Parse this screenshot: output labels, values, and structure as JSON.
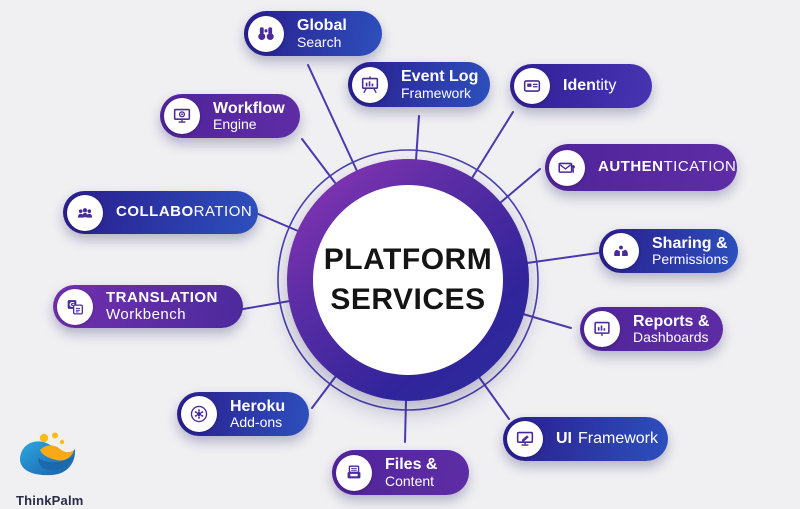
{
  "center": {
    "line1": "PLATFORM",
    "line2": "SERVICES"
  },
  "logo": {
    "text": "ThinkPalm"
  },
  "services": [
    {
      "id": "global-search",
      "bold": "Global",
      "regular": "Search",
      "icon": "binoculars-icon",
      "variant": "blue"
    },
    {
      "id": "event-log-framework",
      "bold": "Event Log",
      "regular": "Framework",
      "icon": "presentation-chart-icon",
      "variant": "blue"
    },
    {
      "id": "identity",
      "bold": "Iden",
      "regular": "tity",
      "icon": "id-card-icon",
      "variant": "indigo"
    },
    {
      "id": "authentication",
      "bold": "AUTHEN",
      "regular": "TICATION",
      "icon": "mail-key-icon",
      "variant": "purple"
    },
    {
      "id": "sharing-permissions",
      "bold": "Sharing &",
      "regular": "Permissions",
      "icon": "hands-share-icon",
      "variant": "blue"
    },
    {
      "id": "reports-dashboards",
      "bold": "Reports &",
      "regular": "Dashboards",
      "icon": "dashboard-chart-icon",
      "variant": "purple"
    },
    {
      "id": "ui-framework",
      "bold": "UI",
      "regular": "Framework",
      "icon": "monitor-pencil-icon",
      "variant": "blue"
    },
    {
      "id": "files-content",
      "bold": "Files &",
      "regular": "Content",
      "icon": "document-tray-icon",
      "variant": "purple"
    },
    {
      "id": "heroku-addons",
      "bold": "Heroku",
      "regular": "Add-ons",
      "icon": "gear-icon",
      "variant": "blue"
    },
    {
      "id": "translation-workbench",
      "bold": "TRANSLATION",
      "regular": "Workbench",
      "icon": "translate-icon",
      "variant": "purple"
    },
    {
      "id": "collaboration",
      "bold": "COLLABO",
      "regular": "RATION",
      "icon": "people-group-icon",
      "variant": "blue"
    },
    {
      "id": "workflow-engine",
      "bold": "Workflow",
      "regular": "Engine",
      "icon": "monitor-gear-icon",
      "variant": "purple"
    }
  ],
  "colors": {
    "background": "#f0f0f3",
    "pill_blue_start": "#2a1d8c",
    "pill_blue_end": "#2d50bd",
    "pill_purple_start": "#50249a",
    "pill_purple_end": "#5e2da5",
    "hub_gradient_start": "#9136b6",
    "hub_gradient_end": "#2b2e9c",
    "connector_line": "#4b39b0",
    "hub_text": "#141414",
    "icon_glyph": "#4a2b9c",
    "logo_blue": "#2ba7e0",
    "logo_orange": "#f7a916",
    "logo_yellow": "#f9bc15"
  }
}
